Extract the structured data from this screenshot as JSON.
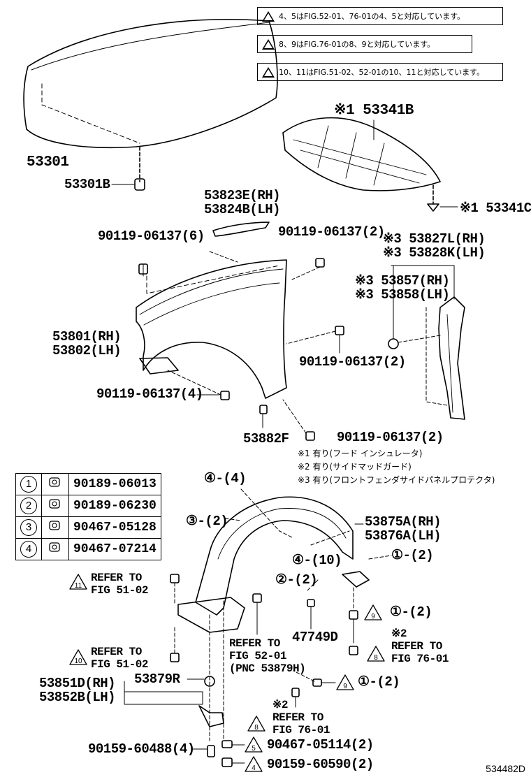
{
  "notes_boxes": [
    "4、5はFIG.52-01、76-01の4、5と対応しています。",
    "8、9はFIG.76-01の8、9と対応しています。",
    "10、11はFIG.51-02、52-01の10、11と対応しています。"
  ],
  "footnotes": [
    "※1 有り(フード インシュレータ)",
    "※2 有り(サイドマッドガード)",
    "※3 有り(フロントフェンダサイドパネルプロテクタ)"
  ],
  "labels": {
    "hood": "53301",
    "hood_cushion": "53301B",
    "insulator": "※1 53341B",
    "insulator_clip": "※1 53341C",
    "seal_rh": "53823E(RH)",
    "seal_lh": "53824B(LH)",
    "bolt_6": "90119-06137(6)",
    "bolt_2a": "90119-06137(2)",
    "protector_rh": "※3 53827L(RH)",
    "protector_lh": "※3 53828K(LH)",
    "panel_rh": "※3 53857(RH)",
    "panel_lh": "※3 53858(LH)",
    "fender_rh": "53801(RH)",
    "fender_lh": "53802(LH)",
    "bolt_2b": "90119-06137(2)",
    "bolt_4": "90119-06137(4)",
    "bracket": "53882F",
    "bolt_2c": "90119-06137(2)",
    "c4_4": "④-(4)",
    "c3_2": "③-(2)",
    "liner_rh": "53875A(RH)",
    "liner_lh": "53876A(LH)",
    "c4_10": "④-(10)",
    "c1_2a": "①-(2)",
    "c2_2": "②-(2)",
    "refer_fig_51_02_a": "REFER TO\nFIG 51-02",
    "c1_2b": "①-(2)",
    "pnc_47749d": "47749D",
    "refer_fig_52_01": "REFER TO\nFIG 52-01\n(PNC 53879H)",
    "refer_fig_76_01_a": "※2\nREFER TO\nFIG 76-01",
    "refer_fig_51_02_b": "REFER TO\nFIG 51-02",
    "mudguard_rh": "53851D(RH)",
    "mudguard_lh": "53852B(LH)",
    "pnc_53879r": "53879R",
    "c1_2c": "①-(2)",
    "refer_fig_76_01_b": "※2\nREFER TO\nFIG 76-01",
    "screw_4": "90159-60488(4)",
    "clip_5": "90467-05114(2)",
    "screw_2": "90159-60590(2)"
  },
  "legend": [
    {
      "num": "1",
      "part": "90189-06013"
    },
    {
      "num": "2",
      "part": "90189-06230"
    },
    {
      "num": "3",
      "part": "90467-05128"
    },
    {
      "num": "4",
      "part": "90467-07214"
    }
  ],
  "illustration_code": "534482D"
}
